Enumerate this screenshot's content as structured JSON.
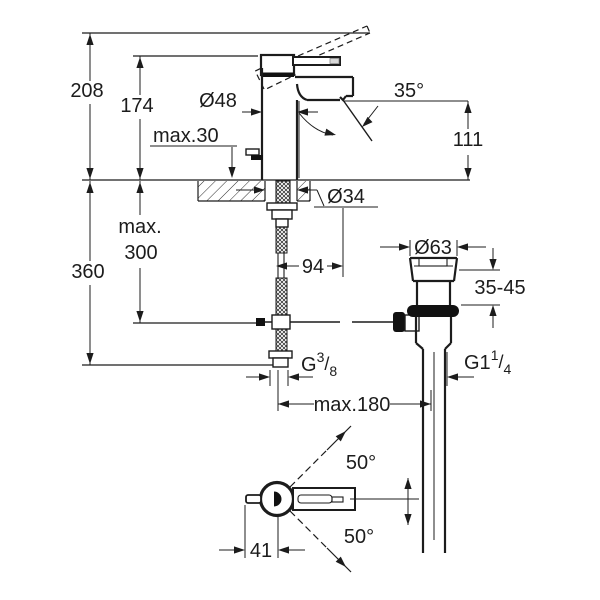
{
  "drawing": {
    "name": "single-lever basin mixer installation dimensional drawing, side view and top view",
    "side_view": {
      "total_height": "208",
      "body_height": "174",
      "deck_thickness_max": "max.30",
      "body_diameter": "Ø48",
      "stream_angle": "35°",
      "spout_height": "111",
      "hole_diameter": "Ø34",
      "below_deck_total": "360",
      "hose_reach_max_line1": "max.",
      "hose_reach_max_line2": "300",
      "spout_projection": "94",
      "waste_flange_diameter": "Ø63",
      "deck_range": "35-45",
      "supply_thread": {
        "base": "G",
        "numerator": "3",
        "slash": "/",
        "denominator": "8"
      },
      "waste_thread": {
        "base": "G1",
        "numerator": "1",
        "slash": "/",
        "denominator": "4"
      },
      "center_distance_max": "max.180"
    },
    "top_view": {
      "swing_angle_upper": "50°",
      "swing_angle_lower": "50°",
      "spout_offset": "41"
    },
    "colors": {
      "line": "#1c1c1c",
      "fill_dark": "#111111",
      "background": "#ffffff"
    }
  }
}
